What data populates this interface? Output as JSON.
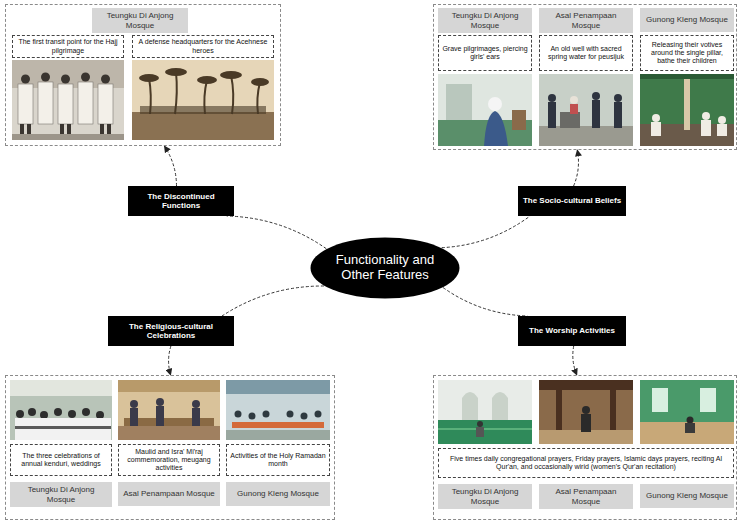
{
  "diagram": {
    "nodes": [
      {
        "text": []
      },
      {
        "text": [
          "Teungku Di Anjong Mosque"
        ],
        "in": 0
      },
      {
        "text": [
          "The first transit point for the Hajj pilgrimage"
        ],
        "in": 0
      },
      {
        "text": [
          "A defense headquarters for the Acehnese heroes"
        ],
        "in": 0
      },
      {
        "text": []
      },
      {
        "text": [
          "Teungku Di Anjong Mosque"
        ],
        "in": 4
      },
      {
        "text": [
          "Asal Penampaan Mosque"
        ],
        "in": 4
      },
      {
        "text": [
          "Gunong Kleng Mosque"
        ],
        "in": 4
      },
      {
        "text": [
          "Grave pilgrimages, piercing girls' ears"
        ],
        "in": 4
      },
      {
        "text": [
          "An old well with sacred spring water for peusijuk"
        ],
        "in": 4
      },
      {
        "text": [
          "Releasing their votives around the single pillar, bathe their children"
        ],
        "in": 4
      },
      {
        "text": [
          "The Discontinued Functions"
        ]
      },
      {
        "text": [
          "The Socio-cultural Beliefs"
        ]
      },
      {
        "text": [
          "Functionality and Other Features"
        ]
      },
      {
        "text": [
          "The Religious-cultural Celebrations"
        ]
      },
      {
        "text": [
          "The Worship Activities"
        ]
      },
      {
        "text": []
      },
      {
        "text": [
          "The three celebrations of annual kenduri, weddings"
        ],
        "in": 16
      },
      {
        "text": [
          "Maulid and Isra' Mi'raj commemoration, meugang activities"
        ],
        "in": 16
      },
      {
        "text": [
          "Activities of the Holy Ramadan month"
        ],
        "in": 16
      },
      {
        "text": [
          "Teungku Di Anjong Mosque"
        ],
        "in": 16
      },
      {
        "text": [
          "Asal Penampaan Mosque"
        ],
        "in": 16
      },
      {
        "text": [
          "Gunong Kleng Mosque"
        ],
        "in": 16
      },
      {
        "text": []
      },
      {
        "text": [
          "Five times daily congregational prayers, Friday prayers, Islamic days prayers, reciting Al Qur'an, and occasionally wirid (women's Qur'an recitation)"
        ],
        "in": 23
      },
      {
        "text": [
          "Teungku Di Anjong Mosque"
        ],
        "in": 23
      },
      {
        "text": [
          "Asal Penampaan Mosque"
        ],
        "in": 23
      },
      {
        "text": [
          "Gunong Kleng Mosque"
        ],
        "in": 23
      }
    ],
    "edges": [
      {
        "from": 13,
        "to": 11,
        "arrow": "none"
      },
      {
        "from": 11,
        "to": 0,
        "arrow": "to"
      },
      {
        "from": 13,
        "to": 12,
        "arrow": "none"
      },
      {
        "from": 12,
        "to": 4,
        "arrow": "to"
      },
      {
        "from": 13,
        "to": 14,
        "arrow": "none"
      },
      {
        "from": 14,
        "to": 16,
        "arrow": "to"
      },
      {
        "from": 13,
        "to": 15,
        "arrow": "none"
      },
      {
        "from": 15,
        "to": 23,
        "arrow": "to"
      }
    ]
  }
}
